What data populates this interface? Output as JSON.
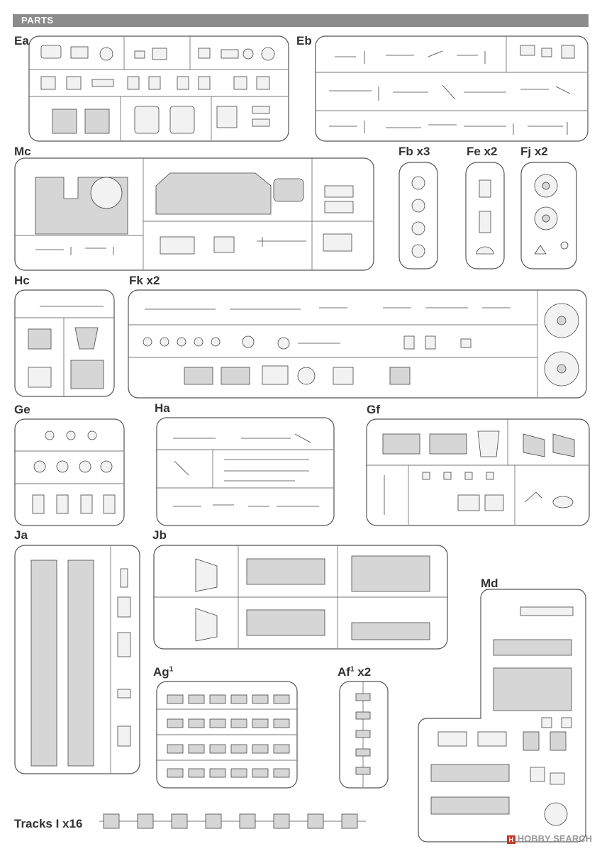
{
  "header": {
    "title": "PARTS"
  },
  "sprues": [
    {
      "id": "ea",
      "label": "Ea"
    },
    {
      "id": "eb",
      "label": "Eb"
    },
    {
      "id": "mc",
      "label": "Mc"
    },
    {
      "id": "fb",
      "label": "Fb x3"
    },
    {
      "id": "fe",
      "label": "Fe x2"
    },
    {
      "id": "fj",
      "label": "Fj x2"
    },
    {
      "id": "hc",
      "label": "Hc"
    },
    {
      "id": "fk",
      "label": "Fk x2"
    },
    {
      "id": "ge",
      "label": "Ge"
    },
    {
      "id": "ha",
      "label": "Ha"
    },
    {
      "id": "gf",
      "label": "Gf"
    },
    {
      "id": "ja",
      "label": "Ja"
    },
    {
      "id": "jb",
      "label": "Jb"
    },
    {
      "id": "md",
      "label": "Md"
    },
    {
      "id": "ag",
      "label": "Ag",
      "sup": "1"
    },
    {
      "id": "af",
      "label": "Af",
      "sup": "1",
      "suffix": " x2"
    },
    {
      "id": "tracks",
      "label": "Tracks I x16"
    }
  ],
  "watermark": {
    "icon": "H",
    "text": "HOBBY SEARCH"
  }
}
